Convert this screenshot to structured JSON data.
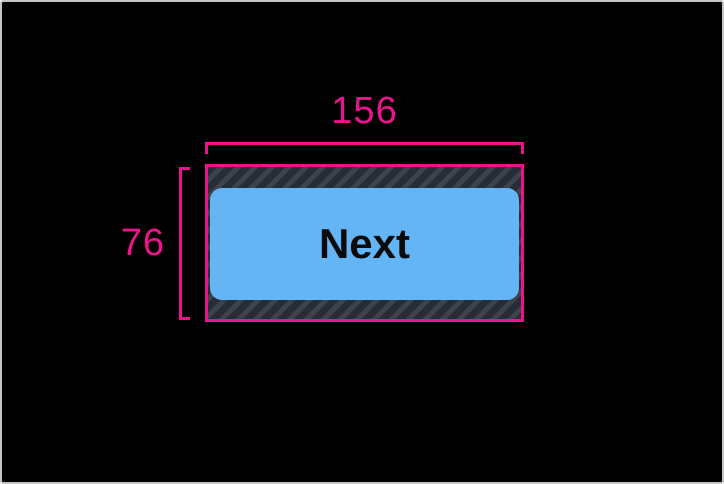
{
  "colors": {
    "annotation-pink": "#EB148C",
    "button-blue": "#64B5F6",
    "button-text": "#0B0B0B",
    "hatch-base": "#3C434D",
    "hatch-stripe": "#272D35",
    "canvas-bg": "#000000",
    "canvas-border": "#C4C4C4"
  },
  "annotation": {
    "width_label": "156",
    "height_label": "76"
  },
  "button": {
    "label": "Next"
  }
}
